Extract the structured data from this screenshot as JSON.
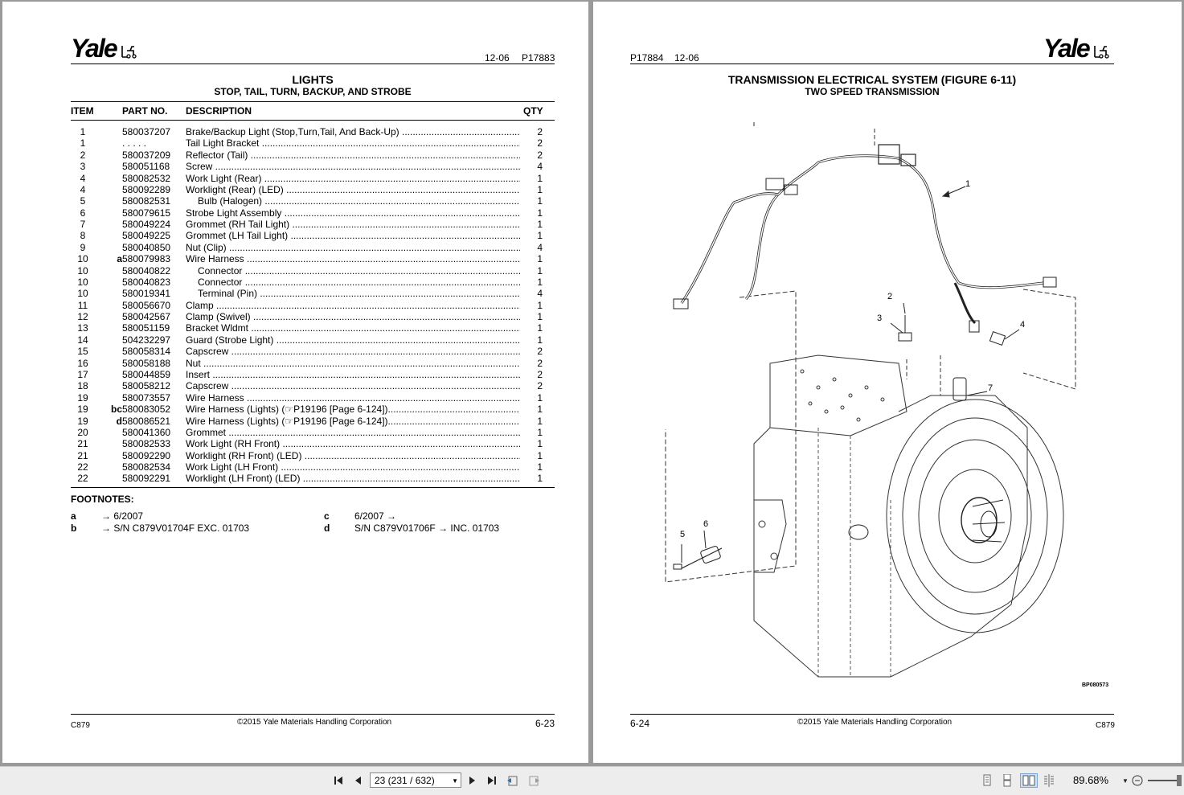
{
  "left_page": {
    "logo": "Yale",
    "date": "12-06",
    "ref": "P17883",
    "title": "LIGHTS",
    "subtitle": "STOP, TAIL, TURN, BACKUP, AND STROBE",
    "columns": {
      "item": "ITEM",
      "part": "PART NO.",
      "desc": "DESCRIPTION",
      "qty": "QTY"
    },
    "rows": [
      {
        "item": "1",
        "mark": "",
        "part": "580037207",
        "desc": "Brake/Backup Light (Stop,Turn,Tail, And Back-Up) ..........................................................................",
        "qty": "2",
        "indent": false
      },
      {
        "item": "1",
        "mark": "",
        "part": ". . . . .",
        "desc": "Tail Light Bracket ..........................................................................................................................................",
        "qty": "2",
        "indent": false
      },
      {
        "item": "2",
        "mark": "",
        "part": "580037209",
        "desc": "Reflector (Tail) ..........................................................................................................................................",
        "qty": "2",
        "indent": false
      },
      {
        "item": "3",
        "mark": "",
        "part": "580051168",
        "desc": "Screw ..........................................................................................................................................",
        "qty": "4",
        "indent": false
      },
      {
        "item": "4",
        "mark": "",
        "part": "580082532",
        "desc": "Work Light (Rear) ..........................................................................................................................................",
        "qty": "1",
        "indent": false
      },
      {
        "item": "4",
        "mark": "",
        "part": "580092289",
        "desc": "Worklight (Rear) (LED) ..........................................................................................................................................",
        "qty": "1",
        "indent": false
      },
      {
        "item": "5",
        "mark": "",
        "part": "580082531",
        "desc": "Bulb (Halogen) ..........................................................................................................................................",
        "qty": "1",
        "indent": true
      },
      {
        "item": "6",
        "mark": "",
        "part": "580079615",
        "desc": "Strobe Light Assembly ..........................................................................................................................................",
        "qty": "1",
        "indent": false
      },
      {
        "item": "7",
        "mark": "",
        "part": "580049224",
        "desc": "Grommet (RH Tail Light) ..........................................................................................................................................",
        "qty": "1",
        "indent": false
      },
      {
        "item": "8",
        "mark": "",
        "part": "580049225",
        "desc": "Grommet (LH Tail Light) ..........................................................................................................................................",
        "qty": "1",
        "indent": false
      },
      {
        "item": "9",
        "mark": "",
        "part": "580040850",
        "desc": "Nut (Clip) ..........................................................................................................................................",
        "qty": "4",
        "indent": false
      },
      {
        "item": "10",
        "mark": "a",
        "part": "580079983",
        "desc": "Wire Harness ..........................................................................................................................................",
        "qty": "1",
        "indent": false
      },
      {
        "item": "10",
        "mark": "",
        "part": "580040822",
        "desc": "Connector ..........................................................................................................................................",
        "qty": "1",
        "indent": true
      },
      {
        "item": "10",
        "mark": "",
        "part": "580040823",
        "desc": "Connector ..........................................................................................................................................",
        "qty": "1",
        "indent": true
      },
      {
        "item": "10",
        "mark": "",
        "part": "580019341",
        "desc": "Terminal (Pin) ..........................................................................................................................................",
        "qty": "4",
        "indent": true
      },
      {
        "item": "11",
        "mark": "",
        "part": "580056670",
        "desc": "Clamp ..........................................................................................................................................",
        "qty": "1",
        "indent": false
      },
      {
        "item": "12",
        "mark": "",
        "part": "580042567",
        "desc": "Clamp (Swivel) ..........................................................................................................................................",
        "qty": "1",
        "indent": false
      },
      {
        "item": "13",
        "mark": "",
        "part": "580051159",
        "desc": "Bracket Wldmt ..........................................................................................................................................",
        "qty": "1",
        "indent": false
      },
      {
        "item": "14",
        "mark": "",
        "part": "504232297",
        "desc": "Guard (Strobe Light) ..........................................................................................................................................",
        "qty": "1",
        "indent": false
      },
      {
        "item": "15",
        "mark": "",
        "part": "580058314",
        "desc": "Capscrew ..........................................................................................................................................",
        "qty": "2",
        "indent": false
      },
      {
        "item": "16",
        "mark": "",
        "part": "580058188",
        "desc": "Nut ..........................................................................................................................................",
        "qty": "2",
        "indent": false
      },
      {
        "item": "17",
        "mark": "",
        "part": "580044859",
        "desc": "Insert ..........................................................................................................................................",
        "qty": "2",
        "indent": false
      },
      {
        "item": "18",
        "mark": "",
        "part": "580058212",
        "desc": "Capscrew ..........................................................................................................................................",
        "qty": "2",
        "indent": false
      },
      {
        "item": "19",
        "mark": "",
        "part": "580073557",
        "desc": "Wire Harness ..........................................................................................................................................",
        "qty": "1",
        "indent": false
      },
      {
        "item": "19",
        "mark": "bc",
        "part": "580083052",
        "desc": "Wire Harness (Lights)  (☞P19196 [Page 6-124])..........................................................................................................",
        "qty": "1",
        "indent": false
      },
      {
        "item": "19",
        "mark": "d",
        "part": "580086521",
        "desc": "Wire Harness (Lights)  (☞P19196 [Page 6-124])..........................................................................................................",
        "qty": "1",
        "indent": false
      },
      {
        "item": "20",
        "mark": "",
        "part": "580041360",
        "desc": "Grommet ..........................................................................................................................................",
        "qty": "1",
        "indent": false
      },
      {
        "item": "21",
        "mark": "",
        "part": "580082533",
        "desc": "Work Light (RH Front) ..........................................................................................................................................",
        "qty": "1",
        "indent": false
      },
      {
        "item": "21",
        "mark": "",
        "part": "580092290",
        "desc": "Worklight (RH Front) (LED) ..........................................................................................................................................",
        "qty": "1",
        "indent": false
      },
      {
        "item": "22",
        "mark": "",
        "part": "580082534",
        "desc": "Work Light (LH Front) ..........................................................................................................................................",
        "qty": "1",
        "indent": false
      },
      {
        "item": "22",
        "mark": "",
        "part": "580092291",
        "desc": "Worklight (LH Front) (LED) ..........................................................................................................................................",
        "qty": "1",
        "indent": false
      }
    ],
    "footnotes_title": "FOOTNOTES:",
    "footnotes": [
      {
        "key": "a",
        "text": "→ 6/2007"
      },
      {
        "key": "c",
        "text": "6/2007 →"
      },
      {
        "key": "b",
        "text": "→ S/N C879V01704F EXC. 01703"
      },
      {
        "key": "d",
        "text": "S/N C879V01706F → INC. 01703"
      }
    ],
    "footer_left": "C879",
    "footer_center": "©2015 Yale Materials Handling Corporation",
    "footer_right": "6-23"
  },
  "right_page": {
    "logo": "Yale",
    "ref": "P17884",
    "date": "12-06",
    "title": "TRANSMISSION ELECTRICAL SYSTEM (FIGURE 6-11)",
    "subtitle": "TWO SPEED TRANSMISSION",
    "callouts": [
      "1",
      "2",
      "3",
      "4",
      "5",
      "6",
      "7"
    ],
    "figure_code": "BP080573",
    "footer_left": "6-24",
    "footer_center": "©2015 Yale Materials Handling Corporation",
    "footer_right": "C879"
  },
  "toolbar": {
    "page_field": "23 (231 / 632)",
    "zoom": "89.68%",
    "icons": [
      "first-page-icon",
      "previous-page-icon",
      "next-page-icon",
      "last-page-icon",
      "previous-view-icon",
      "next-view-icon",
      "single-page-icon",
      "continuous-icon",
      "facing-icon",
      "continuous-facing-icon",
      "zoom-out-icon"
    ]
  }
}
